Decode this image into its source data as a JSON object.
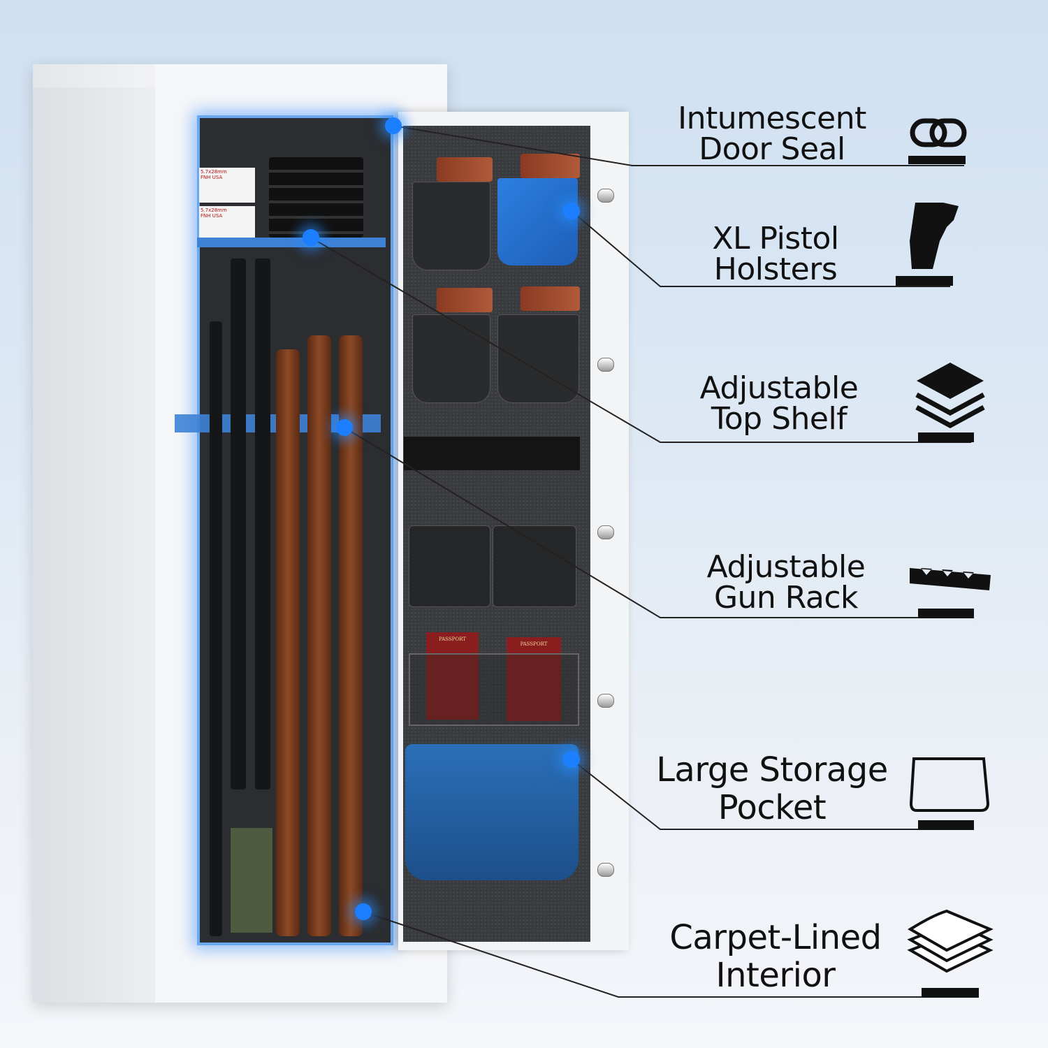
{
  "features": [
    {
      "line1": "Intumescent",
      "line2": "Door Seal",
      "icon": "chain-link-icon"
    },
    {
      "line1": "XL Pistol",
      "line2": "Holsters",
      "icon": "holster-icon"
    },
    {
      "line1": "Adjustable",
      "line2": "Top Shelf",
      "icon": "layers-icon"
    },
    {
      "line1": "Adjustable",
      "line2": "Gun Rack",
      "icon": "gun-rack-icon"
    },
    {
      "line1": "Large Storage",
      "line2": "Pocket",
      "icon": "pocket-icon"
    },
    {
      "line1": "Carpet-Lined",
      "line2": "Interior",
      "icon": "carpet-stack-icon"
    }
  ],
  "ammo_boxes": [
    {
      "caliber": "5.7x28mm",
      "brand": "FNH USA"
    },
    {
      "caliber": "5.7x28mm",
      "brand": "FNH USA"
    }
  ],
  "passports": [
    "PASSPORT",
    "PASSPORT"
  ],
  "colors": {
    "accent": "#1c7fff",
    "text": "#111111"
  }
}
